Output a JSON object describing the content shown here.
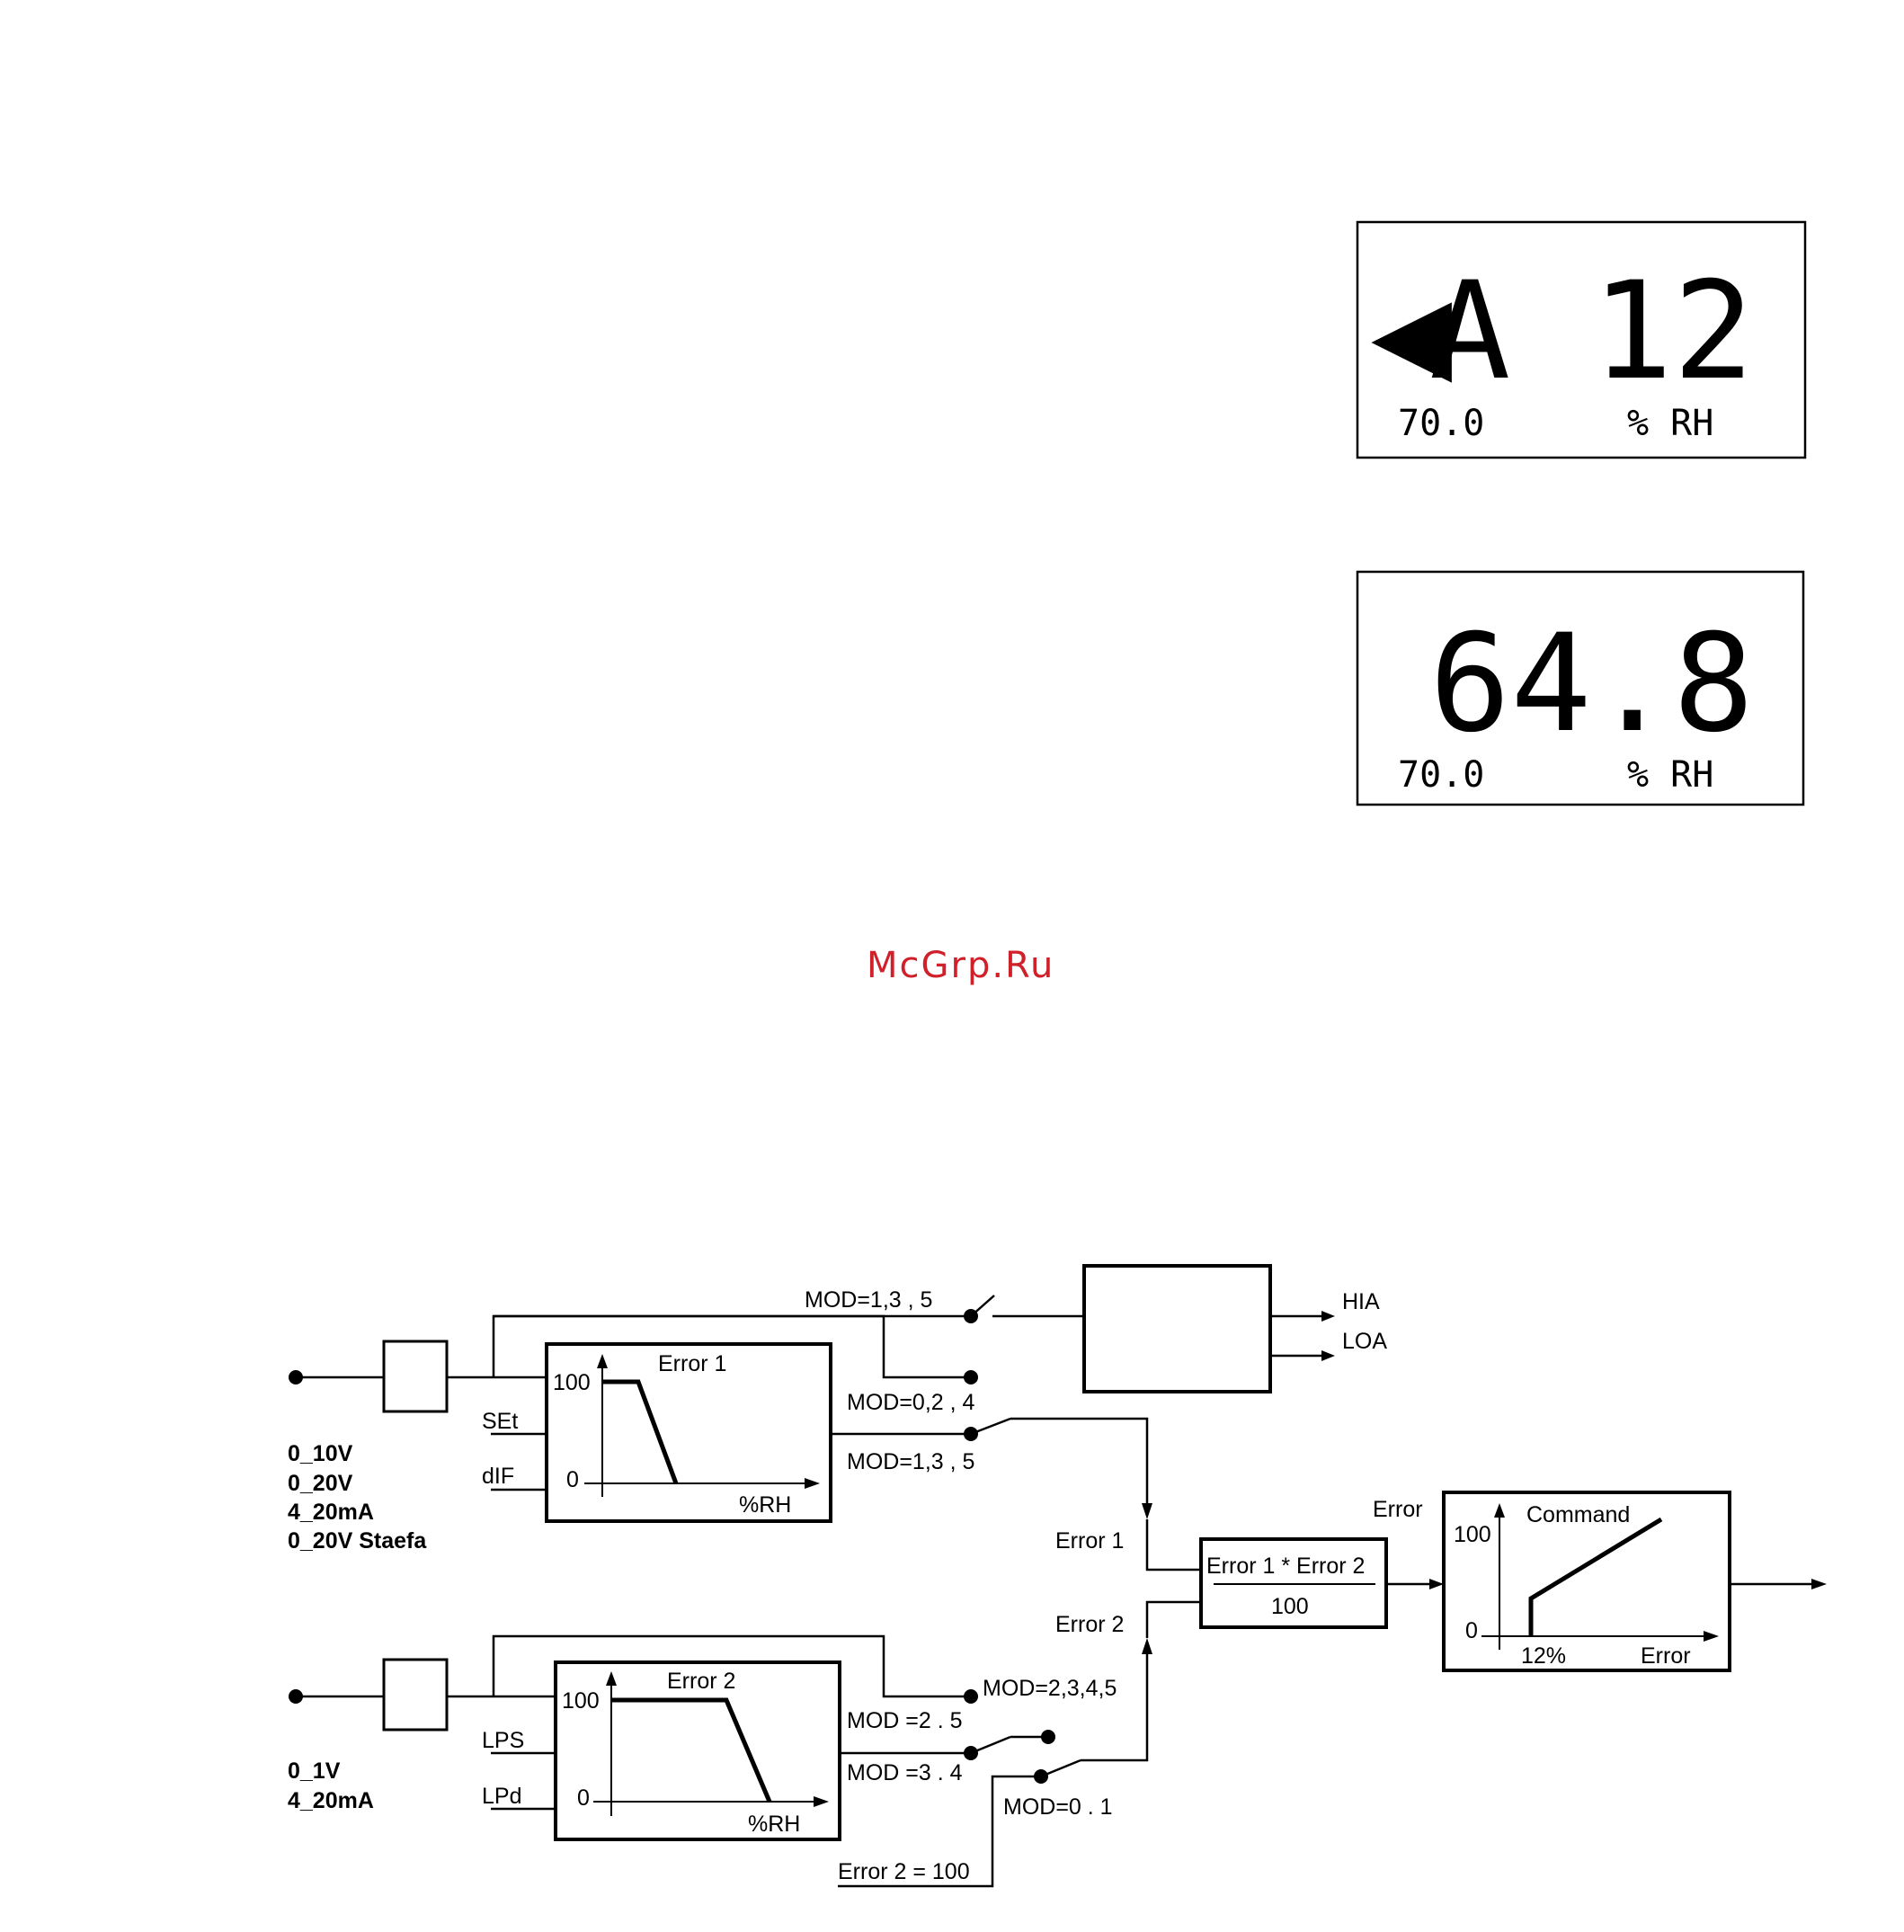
{
  "display1": {
    "indicator": "◀",
    "main": "A 12",
    "setpoint": "70.0",
    "unit": "% RH"
  },
  "display2": {
    "main": "64.8",
    "setpoint": "70.0",
    "unit": "% RH"
  },
  "watermark": "McGrp.Ru",
  "diagram": {
    "input1_types": [
      "0_10V",
      "0_20V",
      "4_20mA",
      "0_20V Staefa"
    ],
    "input2_types": [
      "0_1V",
      "4_20mA"
    ],
    "error1_block": {
      "title": "Error 1",
      "y_max": "100",
      "y_min": "0",
      "x_label": "%RH",
      "param_set": "SEt",
      "param_dif": "dIF"
    },
    "error2_block": {
      "title": "Error 2",
      "y_max": "100",
      "y_min": "0",
      "x_label": "%RH",
      "param_lps": "LPS",
      "param_lpd": "LPd"
    },
    "mod_top": "MOD=1,3 , 5",
    "mod_024": "MOD=0,2 , 4",
    "mod_135": "MOD=1,3 , 5",
    "mod_2345": "MOD=2,3,4,5",
    "mod_25": "MOD =2 . 5",
    "mod_34": "MOD =3 . 4",
    "mod_01": "MOD=0 . 1",
    "error2_100": "Error 2 = 100",
    "hia": "HIA",
    "loa": "LOA",
    "error1_label": "Error 1",
    "error2_label": "Error 2",
    "product_numerator": "Error 1 * Error 2",
    "product_denominator": "100",
    "error_label": "Error",
    "command_block": {
      "title": "Command",
      "y_max": "100",
      "y_min": "0",
      "x_tick": "12%",
      "x_label": "Error"
    }
  }
}
